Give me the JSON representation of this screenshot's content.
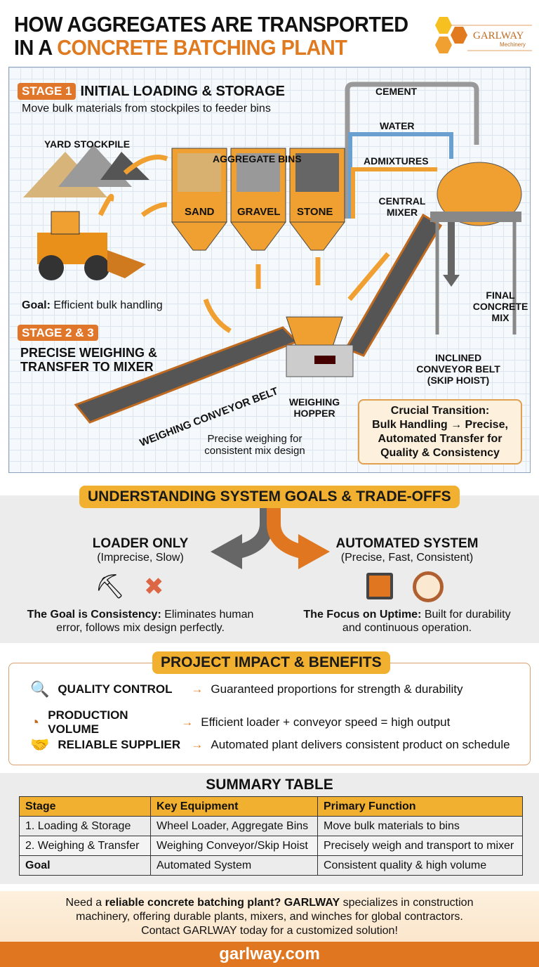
{
  "header": {
    "title_line1": "HOW AGGREGATES ARE TRANSPORTED",
    "title_line2_prefix": "IN A ",
    "title_line2_highlight": "CONCRETE BATCHING PLANT",
    "logo_name": "GARLWAY",
    "logo_sub": "Mechinery"
  },
  "diagram": {
    "stage1": {
      "badge": "STAGE 1",
      "title": "INITIAL LOADING & STORAGE",
      "subtitle": "Move bulk materials from stockpiles to feeder bins"
    },
    "inputs": {
      "cement": "CEMENT",
      "water": "WATER",
      "admixtures": "ADMIXTURES"
    },
    "yard_stockpile": "YARD STOCKPILE",
    "aggregate_bins": "AGGREGATE BINS",
    "bins": [
      "SAND",
      "GRAVEL",
      "STONE"
    ],
    "central_mixer": "CENTRAL MIXER",
    "goal_label": "Goal:",
    "goal_text": " Efficient bulk handling",
    "stage23": {
      "badge": "STAGE 2 & 3",
      "title_line1": "PRECISE WEIGHING &",
      "title_line2": "TRANSFER TO MIXER"
    },
    "final_mix": "FINAL CONCRETE MIX",
    "inclined_conveyor": "INCLINED CONVEYOR BELT (SKIP HOIST)",
    "weighing_hopper": "WEIGHING HOPPER",
    "weighing_conveyor": "WEIGHING CONVEYOR BELT",
    "precise_note": "Precise weighing for consistent mix design",
    "transition": {
      "line1": "Crucial Transition:",
      "line2": "Bulk Handling → Precise,",
      "line3": "Automated Transfer for",
      "line4": "Quality & Consistency"
    }
  },
  "goals": {
    "header": "UNDERSTANDING SYSTEM GOALS & TRADE-OFFS",
    "left": {
      "title": "LOADER ONLY",
      "sub": "(Imprecise, Slow)",
      "bold": "The Goal is Consistency:",
      "text": " Eliminates human error, follows mix design perfectly.",
      "icons": [
        "worker-shoveling-icon",
        "worker-error-icon"
      ]
    },
    "right": {
      "title": "AUTOMATED SYSTEM",
      "sub": "(Precise, Fast, Consistent)",
      "bold": "The Focus on Uptime:",
      "text": " Built for durability and continuous operation.",
      "icons": [
        "chip-icon",
        "clock-icon"
      ]
    }
  },
  "benefits": {
    "header": "PROJECT IMPACT & BENEFITS",
    "items": [
      {
        "icon": "magnifier-icon",
        "key": "QUALITY CONTROL",
        "text": "Guaranteed proportions for strength & durability"
      },
      {
        "icon": "gauge-icon",
        "key": "PRODUCTION VOLUME",
        "text": "Efficient loader + conveyor speed = high output"
      },
      {
        "icon": "handshake-icon",
        "key": "RELIABLE SUPPLIER",
        "text": "Automated plant delivers consistent product on schedule"
      }
    ],
    "arrow": "→"
  },
  "summary": {
    "title": "SUMMARY TABLE",
    "columns": [
      "Stage",
      "Key Equipment",
      "Primary Function"
    ],
    "rows": [
      [
        "1. Loading & Storage",
        "Wheel Loader, Aggregate Bins",
        "Move bulk materials to bins"
      ],
      [
        "2. Weighing & Transfer",
        "Weighing Conveyor/Skip Hoist",
        "Precisely weigh and transport to mixer"
      ],
      [
        "Goal",
        "Automated System",
        "Consistent quality & high volume"
      ]
    ]
  },
  "cta": {
    "t1": "Need a ",
    "b1": "reliable concrete batching plant? GARLWAY",
    "t2": " specializes in construction machinery, offering durable plants, mixers, and winches for global contractors.",
    "t3": "Contact GARLWAY today for a customized solution!"
  },
  "footer": {
    "url": "garlway.com"
  },
  "colors": {
    "orange": "#e0762a",
    "gold": "#f2b030",
    "gray_bg": "#ececec"
  }
}
